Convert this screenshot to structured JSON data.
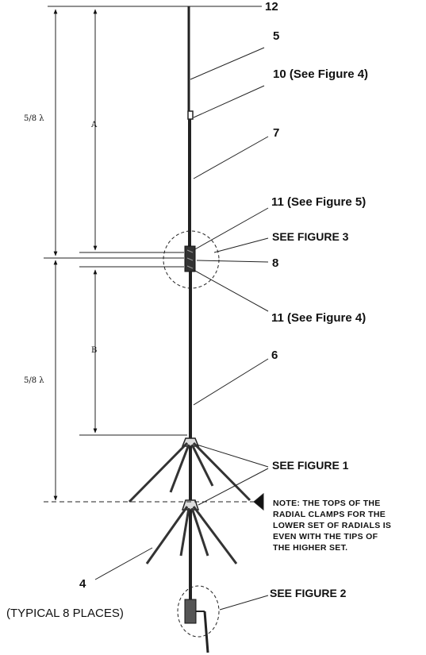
{
  "callouts": {
    "c12": "12",
    "c5": "5",
    "c10": "10 (See Figure 4)",
    "c7": "7",
    "c11_top": "11 (See Figure 5)",
    "see_fig3": "SEE FIGURE 3",
    "c8": "8",
    "c11_bottom": "11 (See Figure 4)",
    "c6": "6",
    "see_fig1": "SEE FIGURE 1",
    "c4": "4",
    "typical": "(TYPICAL 8 PLACES)",
    "see_fig2": "SEE FIGURE 2"
  },
  "note": [
    "NOTE: THE TOPS OF THE",
    "RADIAL CLAMPS FOR THE",
    "LOWER SET OF RADIALS IS",
    "EVEN WITH THE TIPS OF",
    "THE HIGHER SET."
  ],
  "dimensions": {
    "upper_wavelength": "5/8 λ",
    "lower_wavelength": "5/8 λ",
    "a": "A",
    "b": "B"
  }
}
